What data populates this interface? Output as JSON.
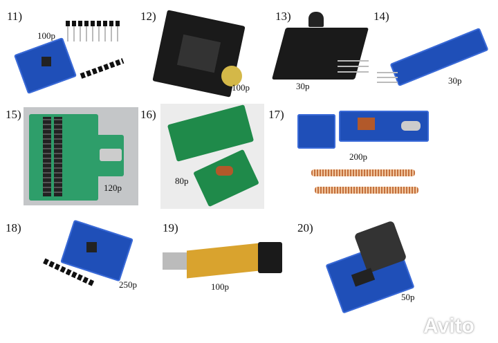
{
  "items": [
    {
      "number": "11)",
      "price": "100p"
    },
    {
      "number": "12)",
      "price": "100p"
    },
    {
      "number": "13)",
      "price": "30p"
    },
    {
      "number": "14)",
      "price": "30p"
    },
    {
      "number": "15)",
      "price": "120p"
    },
    {
      "number": "16)",
      "price": "80p"
    },
    {
      "number": "17)",
      "price": "200p"
    },
    {
      "number": "18)",
      "price": "250p"
    },
    {
      "number": "19)",
      "price": "100p"
    },
    {
      "number": "20)",
      "price": "50p"
    }
  ],
  "watermark": "Avito",
  "colors": {
    "pcb_blue": "#1f4fb8",
    "pcb_green": "#1f8a4a",
    "pcb_black": "#1a1a1a",
    "coil_copper": "#c4703c"
  }
}
